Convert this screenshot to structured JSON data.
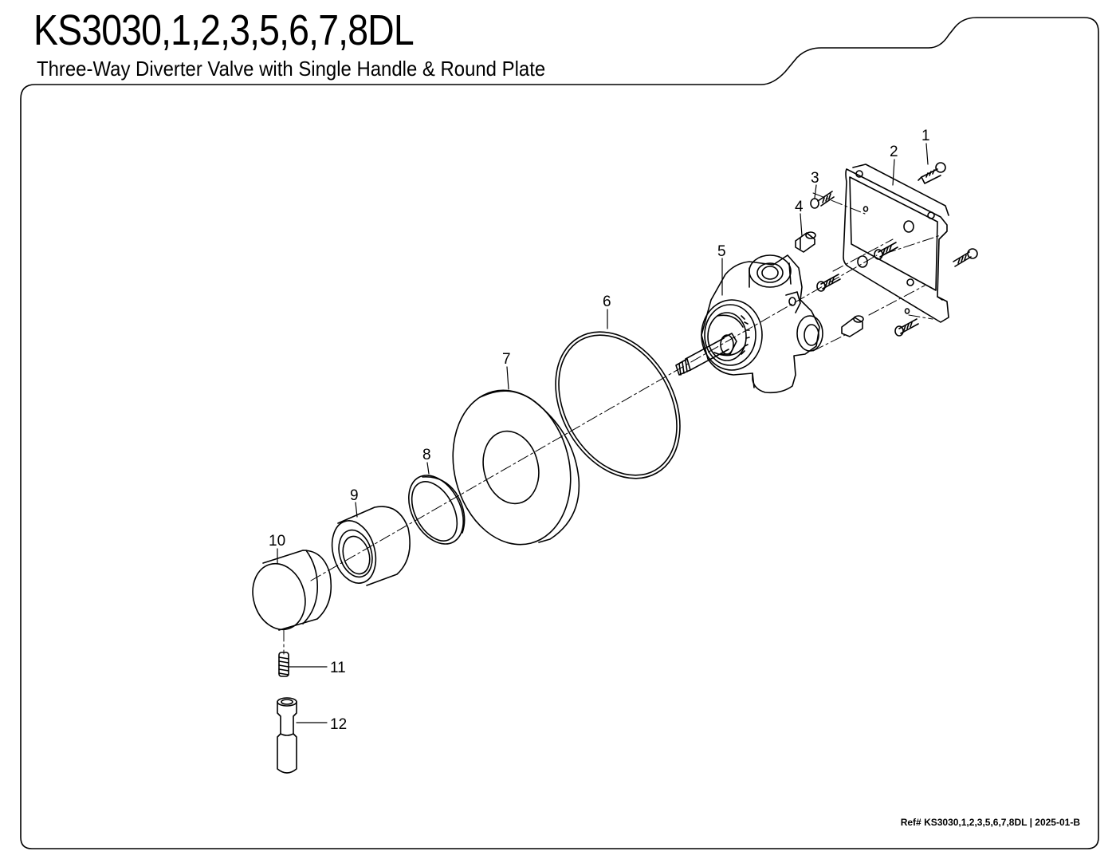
{
  "header": {
    "title": "KS3030,1,2,3,5,6,7,8DL",
    "subtitle": "Three-Way Diverter Valve with Single Handle & Round Plate"
  },
  "footer": {
    "ref": "Ref# KS3030,1,2,3,5,6,7,8DL | 2025-01-B"
  },
  "callouts": [
    {
      "id": "c1",
      "label": "1"
    },
    {
      "id": "c2",
      "label": "2"
    },
    {
      "id": "c3",
      "label": "3"
    },
    {
      "id": "c4",
      "label": "4"
    },
    {
      "id": "c5",
      "label": "5"
    },
    {
      "id": "c6",
      "label": "6"
    },
    {
      "id": "c7",
      "label": "7"
    },
    {
      "id": "c8",
      "label": "8"
    },
    {
      "id": "c9",
      "label": "9"
    },
    {
      "id": "c10",
      "label": "10"
    },
    {
      "id": "c11",
      "label": "11"
    },
    {
      "id": "c12",
      "label": "12"
    }
  ]
}
